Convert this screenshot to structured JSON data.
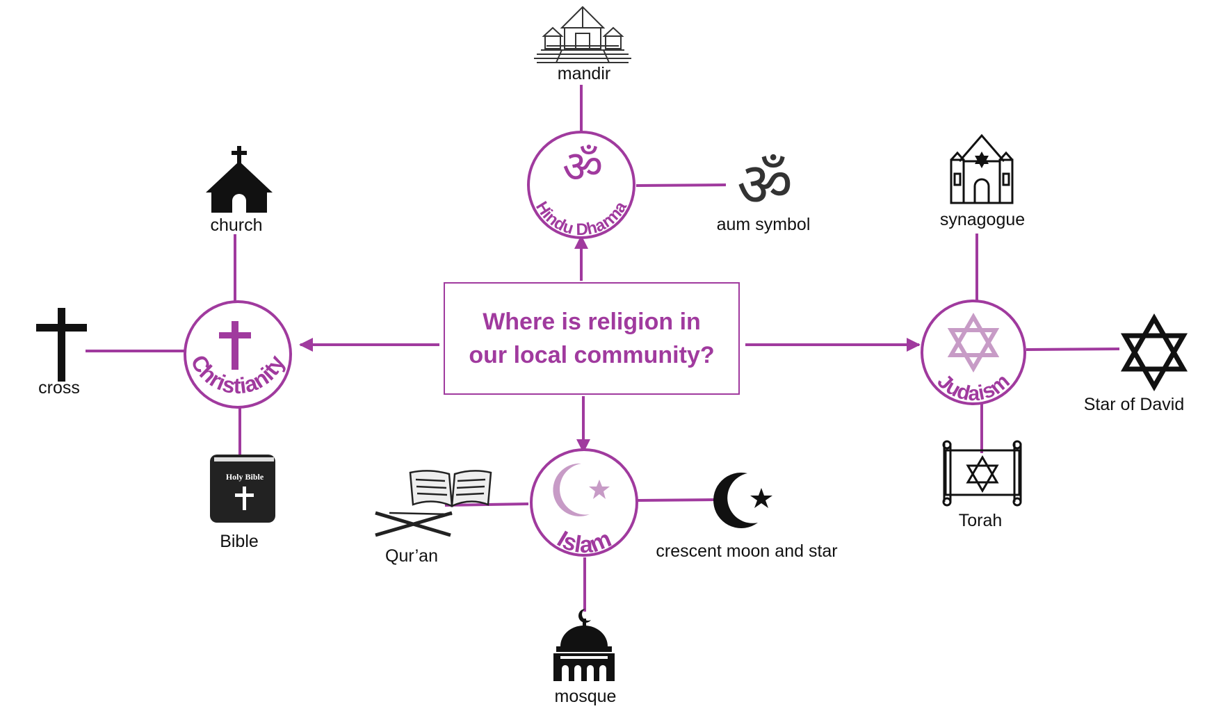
{
  "central": {
    "title": "Where is religion in our local community?"
  },
  "religions": {
    "hindu": {
      "name": "Hindu Dharma",
      "symbol": "om-symbol",
      "items": [
        "mandir",
        "aum symbol"
      ]
    },
    "christianity": {
      "name": "Christianity",
      "symbol": "cross-symbol",
      "items": [
        "church",
        "cross",
        "Bible"
      ]
    },
    "judaism": {
      "name": "Judaism",
      "symbol": "star-of-david-symbol",
      "items": [
        "synagogue",
        "Star of David",
        "Torah"
      ]
    },
    "islam": {
      "name": "Islam",
      "symbol": "crescent-star-symbol",
      "items": [
        "crescent moon and star",
        "Qur’an",
        "mosque"
      ]
    }
  },
  "bible_cover_text": "Holy Bible",
  "colors": {
    "accent": "#a03a9e",
    "accent_light": "#c79bc6",
    "icon": "#111111"
  }
}
